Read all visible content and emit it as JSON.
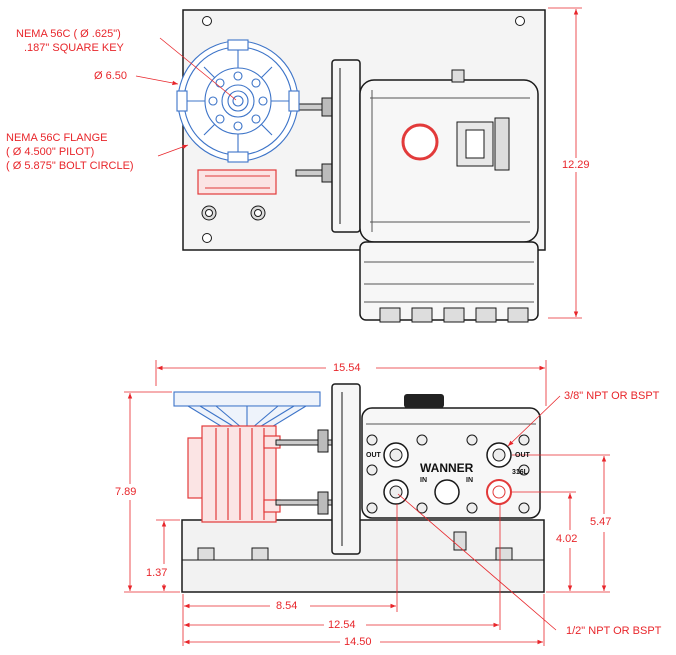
{
  "colors": {
    "dimension": "#e8262b",
    "flange": "#3d74c8",
    "outline": "#1a1a1a",
    "fill": "#f2f2f2",
    "head": "#e23a3a"
  },
  "annotations": {
    "key_line1": "NEMA 56C ( Ø .625\")",
    "key_line2": ".187\" SQUARE KEY",
    "diameter": "Ø 6.50",
    "flange_line1": "NEMA 56C FLANGE",
    "flange_line2": "( Ø 4.500\" PILOT)",
    "flange_line3": "( Ø 5.875\" BOLT CIRCLE)",
    "outlet_port": "3/8\" NPT OR BSPT",
    "inlet_port": "1/2\" NPT OR BSPT"
  },
  "dimensions": {
    "height_top": "12.29",
    "width_overall": "15.54",
    "height_front": "7.89",
    "base_height": "1.37",
    "inlet_x": "8.54",
    "outlet_x": "12.54",
    "base_width": "14.50",
    "outlet_height": "5.47",
    "inlet_height": "4.02"
  },
  "pump_labels": {
    "brand": "WANNER",
    "material": "316L",
    "out_left": "OUT",
    "out_right": "OUT",
    "in_left": "IN",
    "in_right": "IN"
  }
}
